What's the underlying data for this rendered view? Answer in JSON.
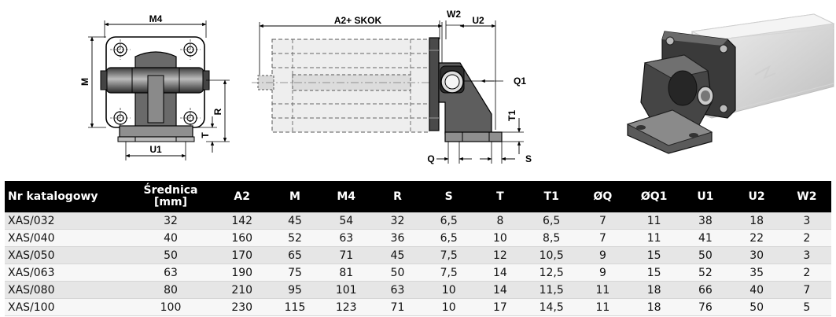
{
  "drawing_labels": {
    "front": {
      "m4": "M4",
      "m": "M",
      "r": "R",
      "t": "T",
      "u1": "U1"
    },
    "side": {
      "stroke": "A2+ SKOK",
      "w2": "W2",
      "u2": "U2",
      "q1": "Q1",
      "t1": "T1",
      "q": "Q",
      "s": "S"
    }
  },
  "table": {
    "headers": [
      "Nr katalogowy",
      "Średnica [mm]",
      "A2",
      "M",
      "M4",
      "R",
      "S",
      "T",
      "T1",
      "ØQ",
      "ØQ1",
      "U1",
      "U2",
      "W2"
    ],
    "rows": [
      [
        "XAS/032",
        "32",
        "142",
        "45",
        "54",
        "32",
        "6,5",
        "8",
        "6,5",
        "7",
        "11",
        "38",
        "18",
        "3"
      ],
      [
        "XAS/040",
        "40",
        "160",
        "52",
        "63",
        "36",
        "6,5",
        "10",
        "8,5",
        "7",
        "11",
        "41",
        "22",
        "2"
      ],
      [
        "XAS/050",
        "50",
        "170",
        "65",
        "71",
        "45",
        "7,5",
        "12",
        "10,5",
        "9",
        "15",
        "50",
        "30",
        "3"
      ],
      [
        "XAS/063",
        "63",
        "190",
        "75",
        "81",
        "50",
        "7,5",
        "14",
        "12,5",
        "9",
        "15",
        "52",
        "35",
        "2"
      ],
      [
        "XAS/080",
        "80",
        "210",
        "95",
        "101",
        "63",
        "10",
        "14",
        "11,5",
        "11",
        "18",
        "66",
        "40",
        "7"
      ],
      [
        "XAS/100",
        "100",
        "230",
        "115",
        "123",
        "71",
        "10",
        "17",
        "14,5",
        "11",
        "18",
        "76",
        "50",
        "5"
      ]
    ]
  }
}
